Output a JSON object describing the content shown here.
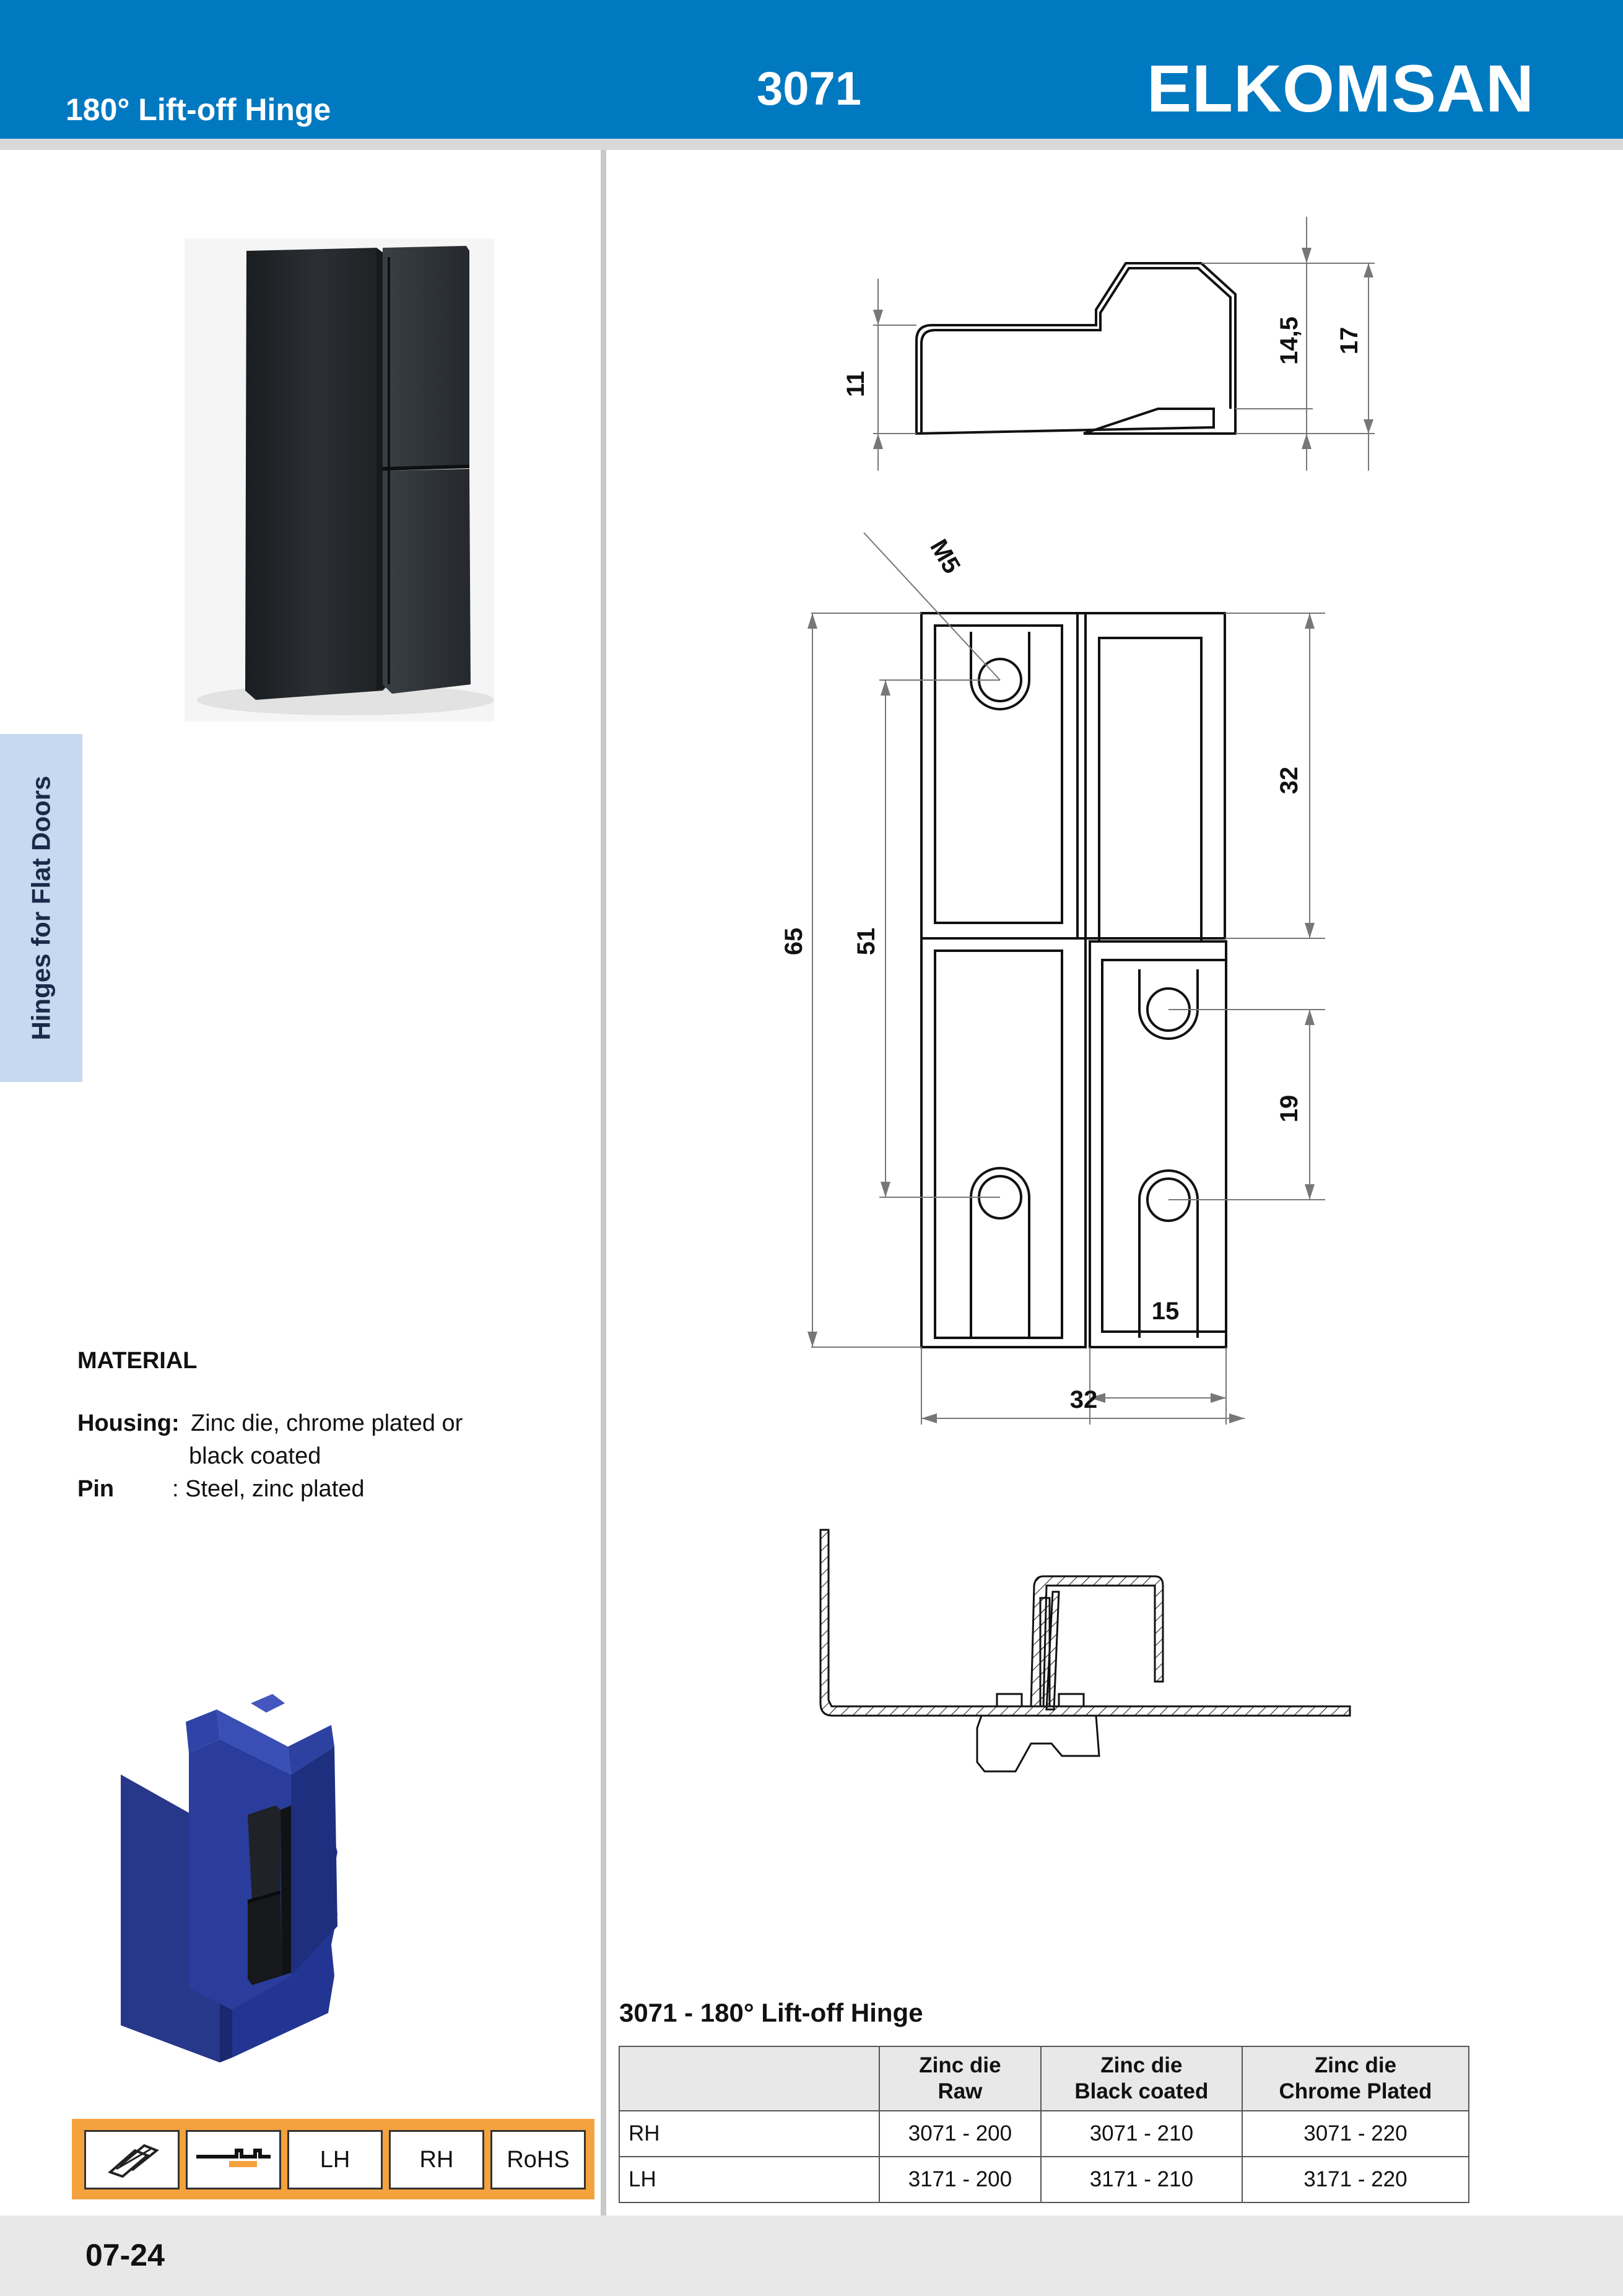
{
  "header": {
    "subtitle": "180° Lift-off Hinge",
    "code": "3071",
    "brand": "ELKOMSAN",
    "color": "#0079c1"
  },
  "side_tab": {
    "label": "Hinges for Flat Doors",
    "color": "#c6d9f0"
  },
  "material": {
    "title": "MATERIAL",
    "housing_label": "Housing:",
    "housing_line1": "Zinc die, chrome plated or",
    "housing_line2": "black coated",
    "pin_label": "Pin",
    "pin_value": ": Steel, zinc plated"
  },
  "icons": {
    "items": [
      {
        "name": "hinge-pin-icon",
        "label": ""
      },
      {
        "name": "mounting-profile-icon",
        "label": ""
      },
      {
        "name": "lh",
        "label": "LH"
      },
      {
        "name": "rh",
        "label": "RH"
      },
      {
        "name": "rohs",
        "label": "RoHS"
      }
    ],
    "bar_color": "#f4a23d"
  },
  "dimensions": {
    "side_view": [
      "11",
      "14,5",
      "17"
    ],
    "thread": "M5",
    "front_view": [
      "65",
      "51",
      "32",
      "19",
      "15",
      "32"
    ]
  },
  "table": {
    "title": "3071 - 180° Lift-off Hinge",
    "headers": [
      [
        "Zinc die",
        "Raw"
      ],
      [
        "Zinc die",
        "Black coated"
      ],
      [
        "Zinc die",
        "Chrome Plated"
      ]
    ],
    "rows": [
      {
        "label": "RH",
        "cells": [
          "3071 - 200",
          "3071 - 210",
          "3071 - 220"
        ]
      },
      {
        "label": "LH",
        "cells": [
          "3171 - 200",
          "3171 - 210",
          "3171 - 220"
        ]
      }
    ]
  },
  "footer": {
    "page": "07-24"
  }
}
